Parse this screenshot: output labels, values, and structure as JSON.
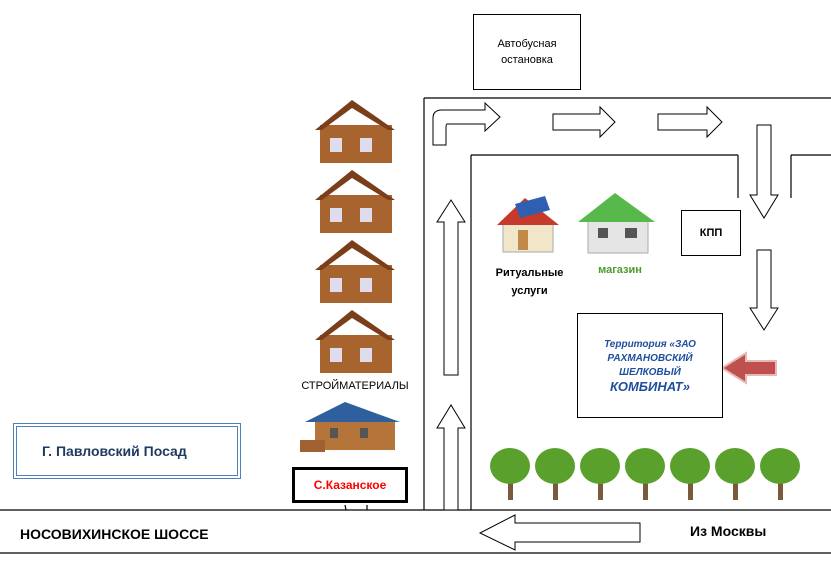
{
  "bus_stop": "Автобусная остановка",
  "checkpoint": "КПП",
  "territory": {
    "line1": "Территория «ЗАО",
    "line2": "РАХМАНОВСКИЙ",
    "line3": "ШЕЛКОВЫЙ",
    "line4": "КОМБИНАТ»"
  },
  "ritual": "Ритуальные услуги",
  "shop": "магазин",
  "building_materials": "СТРОЙМАТЕРИАЛЫ",
  "village": "С.Казанское",
  "town": "Г. Павловский Посад",
  "highway": "НОСОВИХИНСКОЕ ШОССЕ",
  "from_moscow": "Из Москвы",
  "colors": {
    "village_text": "#ff0000",
    "town_border": "#4f81bd",
    "territory_text": "#1f4e9c",
    "shop_text": "#4e9a2a",
    "pointer_arrow": "#c0504d"
  }
}
